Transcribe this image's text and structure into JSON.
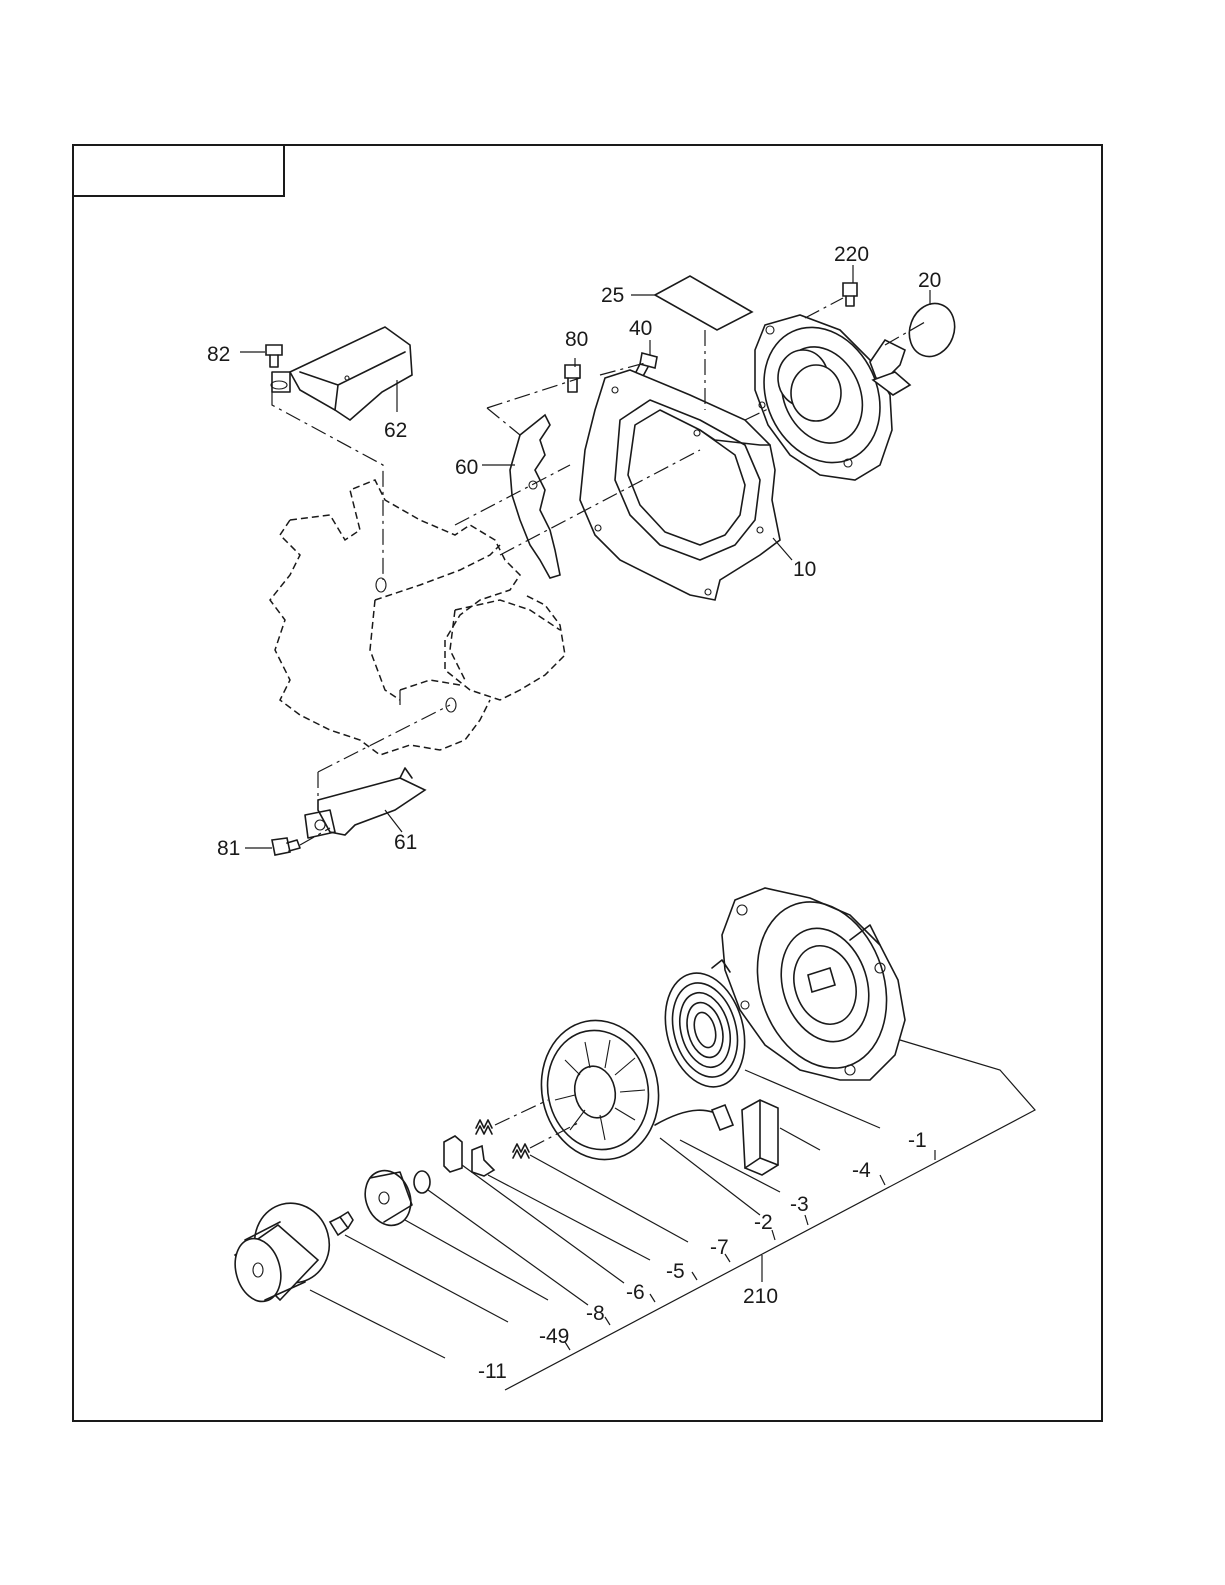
{
  "title_box": {
    "text": ""
  },
  "labels": {
    "upper": [
      {
        "id": "p82",
        "text": "82"
      },
      {
        "id": "p62",
        "text": "62"
      },
      {
        "id": "p60",
        "text": "60"
      },
      {
        "id": "p80",
        "text": "80"
      },
      {
        "id": "p40",
        "text": "40"
      },
      {
        "id": "p25",
        "text": "25"
      },
      {
        "id": "p220",
        "text": "220"
      },
      {
        "id": "p20",
        "text": "20"
      },
      {
        "id": "p10",
        "text": "10"
      },
      {
        "id": "p81",
        "text": "81"
      },
      {
        "id": "p61",
        "text": "61"
      }
    ],
    "lower": [
      {
        "id": "s1",
        "text": "-1"
      },
      {
        "id": "s4",
        "text": "-4"
      },
      {
        "id": "s3",
        "text": "-3"
      },
      {
        "id": "s2",
        "text": "-2"
      },
      {
        "id": "s7",
        "text": "-7"
      },
      {
        "id": "s5",
        "text": "-5"
      },
      {
        "id": "s6",
        "text": "-6"
      },
      {
        "id": "s8",
        "text": "-8"
      },
      {
        "id": "s49",
        "text": "-49"
      },
      {
        "id": "s11",
        "text": "-11"
      },
      {
        "id": "a210",
        "text": "210"
      }
    ]
  }
}
